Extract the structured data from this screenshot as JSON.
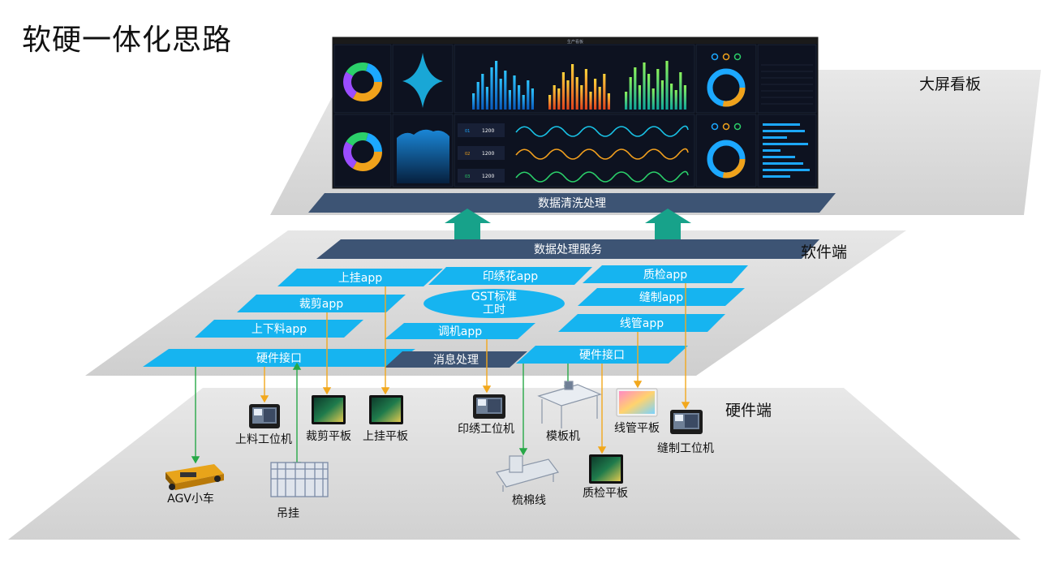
{
  "title": "软硬一体化思路",
  "layers": {
    "dashboard": "大屏看板",
    "software": "软件端",
    "hardware": "硬件端"
  },
  "bars": {
    "data_clean": "数据清洗处理",
    "data_service": "数据处理服务"
  },
  "apps": {
    "shangua": "上挂app",
    "yinxiu": "印绣花app",
    "zhijian": "质检app",
    "caijian": "裁剪app",
    "gst_line1": "GST标准",
    "gst_line2": "工时",
    "fengzhi": "缝制app",
    "shangxialiao": "上下料app",
    "tiaoji": "调机app",
    "xianguan": "线管app",
    "hw_left": "硬件接口",
    "msg": "消息处理",
    "hw_right": "硬件接口"
  },
  "devices": {
    "agv": "AGV小车",
    "diaogua": "吊挂",
    "shangliao_pc": "上料工位机",
    "caijian_tablet": "裁剪平板",
    "shangua_tablet": "上挂平板",
    "yinxiu_pc": "印绣工位机",
    "muban": "模板机",
    "xianguan_tablet": "线管平板",
    "fengzhi_pc": "缝制工位机",
    "shumian": "梳棉线",
    "zhijian_tablet": "质检平板"
  },
  "dashboard_screen": {
    "header": "生产看板",
    "num_value": "1200",
    "num_rows": [
      "01",
      "02",
      "03"
    ]
  },
  "colors": {
    "app_blue": "#16b4f0",
    "bar_navy": "#3d5474",
    "arrow_teal": "#17a28a",
    "line_green": "#27a847",
    "line_orange": "#f2a81d",
    "plane_gray": "#d0d0d0"
  }
}
